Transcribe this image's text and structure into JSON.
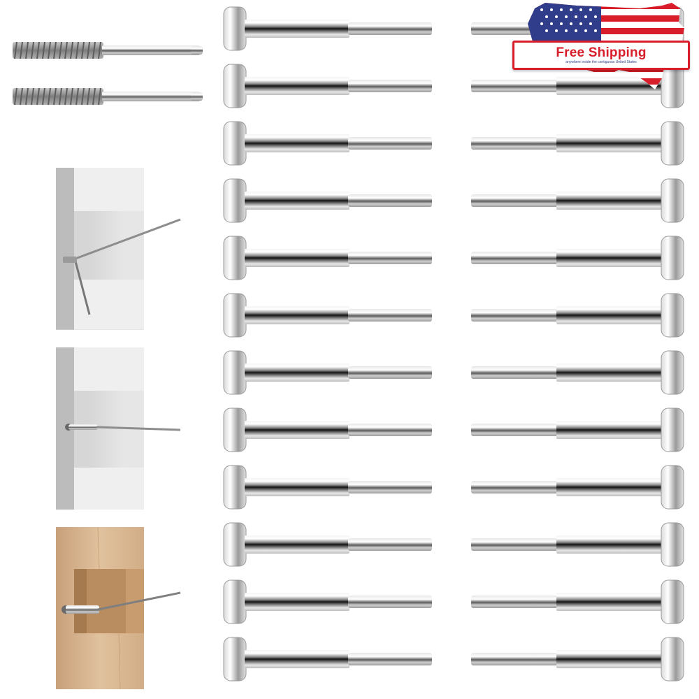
{
  "badge": {
    "title": "Free Shipping",
    "subtitle": "anywhere inside the contiguous United States",
    "colors": {
      "red": "#d81e2a",
      "blue": "#2f3d8a",
      "white": "#ffffff"
    }
  },
  "product": {
    "screw_count": 2,
    "pin_rows": 12,
    "pin_columns": 2,
    "panels": [
      "metal-post-angled",
      "metal-post-straight",
      "wood-post"
    ]
  }
}
